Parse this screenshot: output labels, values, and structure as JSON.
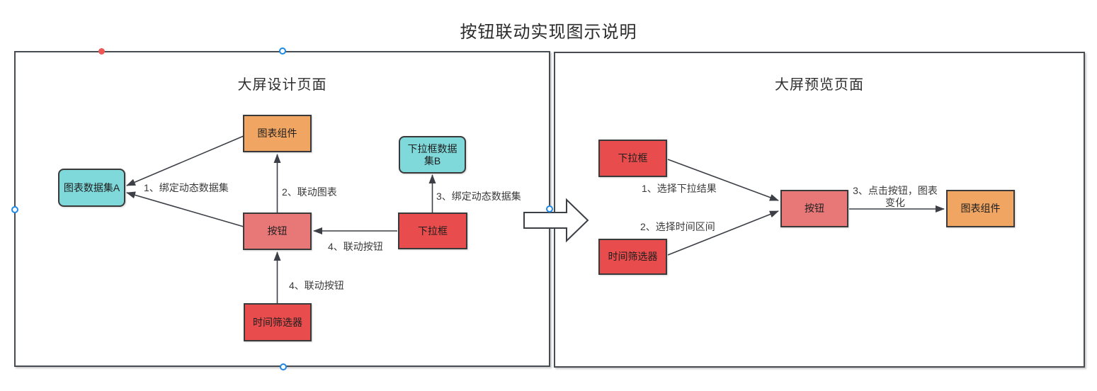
{
  "title": "按钮联动实现图示说明",
  "colors": {
    "node_red": "#E84C4C",
    "node_salmon": "#E87878",
    "node_orange": "#F0A562",
    "node_cyan": "#7FD8DA",
    "node_border": "#3A3A3A",
    "panel_border": "#474C52",
    "connector": "#3C4046",
    "handle_blue": "#1E88E5",
    "handle_red": "#EC5757"
  },
  "design": {
    "title": "大屏设计页面",
    "nodes": {
      "chart_component": "图表组件",
      "chart_dataset_a": "图表数据集A",
      "dropdown_dataset_b": "下拉框数据集B",
      "button": "按钮",
      "dropdown": "下拉框",
      "time_filter": "时间筛选器"
    },
    "labels": {
      "step1": "1、绑定动态数据集",
      "step2": "2、联动图表",
      "step3": "3、绑定动态数据集",
      "step4_dropdown": "4、联动按钮",
      "step4_time": "4、联动按钮"
    }
  },
  "preview": {
    "title": "大屏预览页面",
    "nodes": {
      "dropdown": "下拉框",
      "time_filter": "时间筛选器",
      "button": "按钮",
      "chart_component": "图表组件"
    },
    "labels": {
      "step1": "1、选择下拉结果",
      "step2": "2、选择时间区间",
      "step3": "3、点击按钮，图表变化"
    }
  }
}
